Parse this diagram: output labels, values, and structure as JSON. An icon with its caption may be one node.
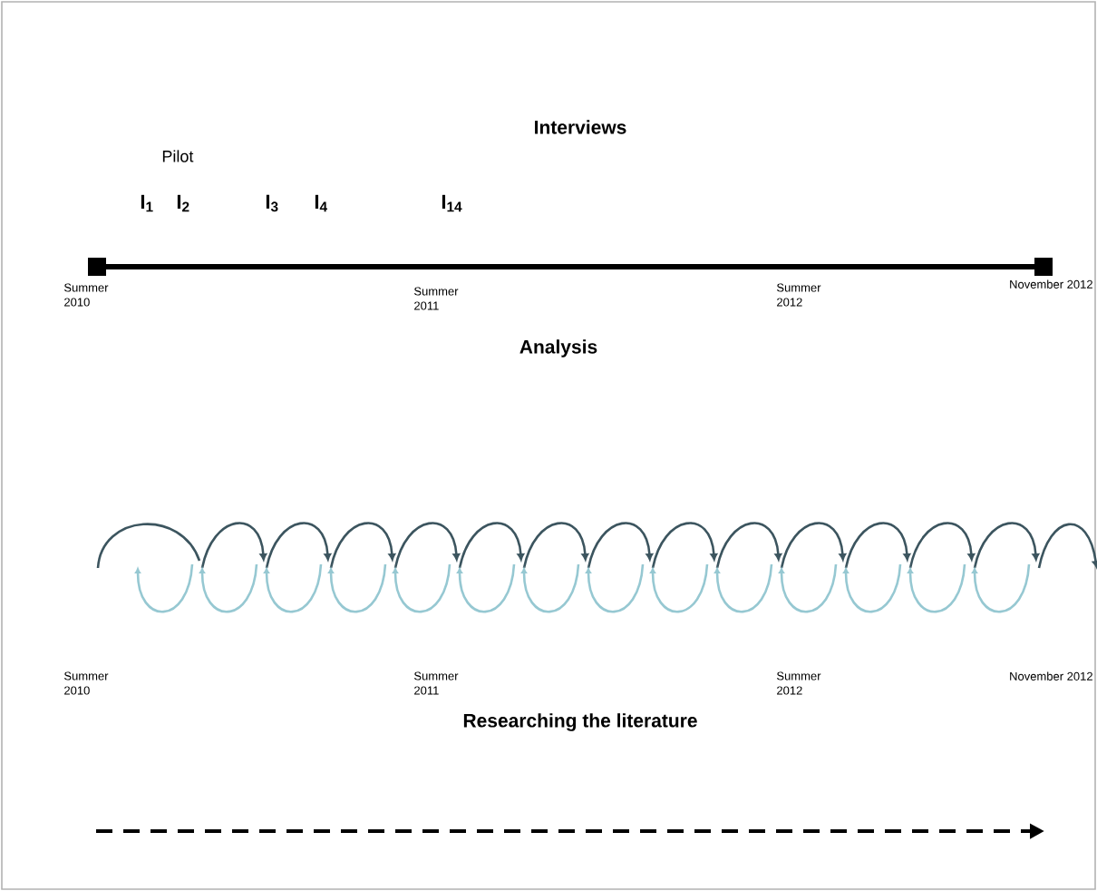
{
  "diagram": {
    "labels": [
      "Interviews",
      "Pilot",
      "I$_{1}$",
      "I$_{2}$",
      "I$_{3}$",
      "I$_{4}$",
      "I$_{14}$",
      "Summer 2010",
      "Summer 2011",
      "Summer 2012",
      "November 2012",
      "Analysis",
      "Summer 2010",
      "Summer 2011",
      "Summer 2012",
      "November 2012",
      "Researching the literature"
    ]
  }
}
